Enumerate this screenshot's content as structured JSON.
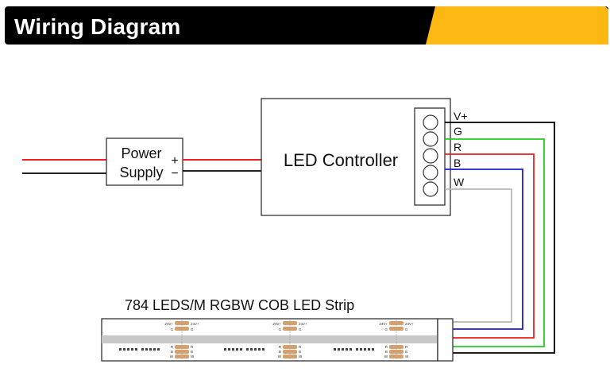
{
  "header": {
    "title": "Wiring Diagram",
    "accent_color": "#FDB813",
    "bar_color": "#000000"
  },
  "power_supply": {
    "label_line1": "Power",
    "label_line2": "Supply",
    "plus": "+",
    "minus": "−"
  },
  "controller": {
    "label": "LED Controller",
    "terminals": [
      "V+",
      "G",
      "R",
      "B",
      "W"
    ]
  },
  "wires": [
    {
      "name": "V+",
      "color": "#000000"
    },
    {
      "name": "G",
      "color": "#22cc22"
    },
    {
      "name": "R",
      "color": "#e82020"
    },
    {
      "name": "B",
      "color": "#1a1ad6"
    },
    {
      "name": "W",
      "color": "#b8b8b8"
    }
  ],
  "strip": {
    "title": "784 LEDS/M RGBW COB LED Strip",
    "pad_top_left": "24V+",
    "pad_top_right": "24V+",
    "pad_g": "G",
    "pad_r": "R",
    "pad_b": "B",
    "pad_w": "W"
  }
}
